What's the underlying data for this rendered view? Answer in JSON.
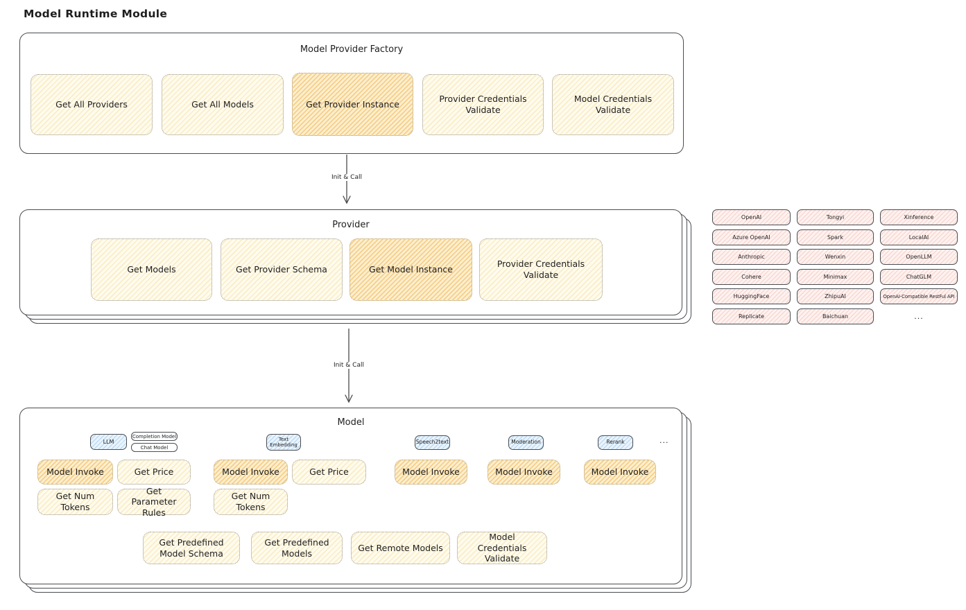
{
  "diagram_title": "Model Runtime Module",
  "colors": {
    "node_yellow": "#fdf8e7",
    "node_orange": "#f8dfae",
    "node_pink": "#fbe9e7",
    "node_blue": "#dcedfb",
    "outline": "#494c50",
    "text": "#1e1e1e"
  },
  "factory": {
    "title": "Model Provider Factory",
    "boxes": [
      "Get All Providers",
      "Get All Models",
      "Get Provider Instance",
      "Provider Credentials Validate",
      "Model Credentials Validate"
    ]
  },
  "arrow": {
    "label": "Init & Call"
  },
  "provider": {
    "title": "Provider",
    "boxes": [
      "Get Models",
      "Get Provider Schema",
      "Get Model Instance",
      "Provider Credentials Validate"
    ]
  },
  "providers": {
    "col1": [
      "OpenAI",
      "Azure OpenAI",
      "Anthropic",
      "Cohere",
      "HuggingFace",
      "Replicate"
    ],
    "col2": [
      "Tongyi",
      "Spark",
      "Wenxin",
      "Minimax",
      "ZhipuAI",
      "Baichuan"
    ],
    "col3": [
      "Xinference",
      "LocalAI",
      "OpenLLM",
      "ChatGLM",
      "OpenAI-Compatible RestFul API"
    ],
    "more": "..."
  },
  "model": {
    "title": "Model",
    "tags": [
      "LLM",
      "Completion Model",
      "Chat Model",
      "Text Embedding",
      "Speech2text",
      "Moderation",
      "Rerank"
    ],
    "tags_more": "...",
    "model_invoke": "Model Invoke",
    "get_price": "Get Price",
    "get_num_tokens": "Get Num Tokens",
    "get_parameter_rules": "Get Parameter Rules",
    "bottom_boxes": [
      "Get Predefined Model Schema",
      "Get Predefined Models",
      "Get Remote Models",
      "Model Credentials Validate"
    ]
  }
}
